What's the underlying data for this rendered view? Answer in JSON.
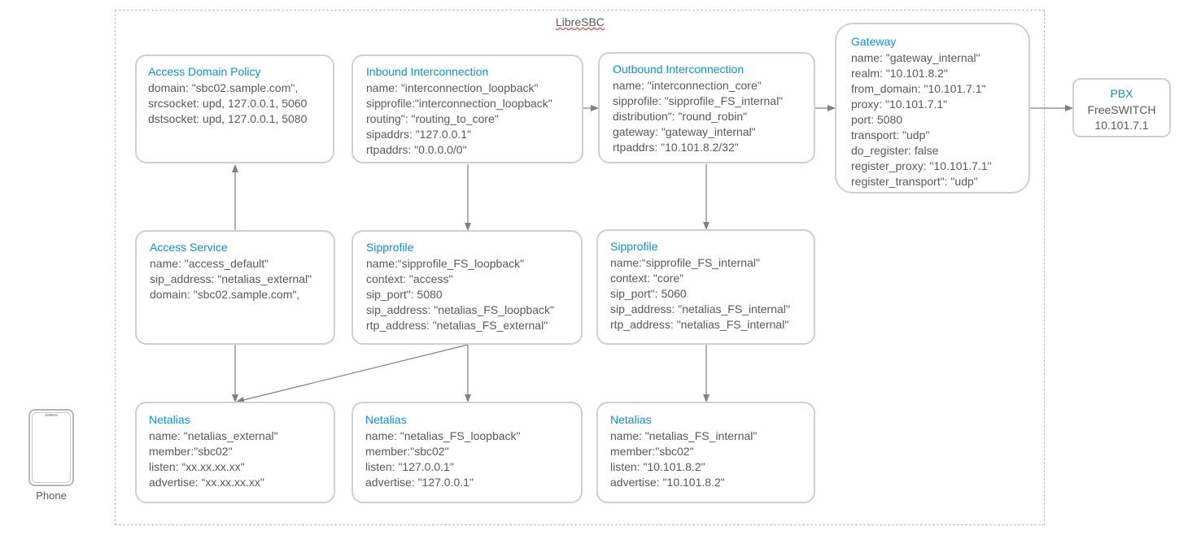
{
  "diagram": {
    "frame_title": "LibreSBC",
    "phone_label": "Phone",
    "boxes": {
      "access_domain_policy": {
        "title": "Access Domain Policy",
        "lines": [
          "domain: \"sbc02.sample.com\",",
          "srcsocket: upd, 127.0.0.1, 5060",
          "dstsocket: upd, 127.0.0.1, 5080"
        ]
      },
      "inbound_interconnection": {
        "title": "Inbound Interconnection",
        "lines": [
          "name: \"interconnection_loopback\"",
          "sipprofile:\"interconnection_loopback\"",
          "routing\": \"routing_to_core\"",
          "sipaddrs: \"127.0.0.1\"",
          "rtpaddrs: \"0.0.0.0/0\""
        ]
      },
      "outbound_interconnection": {
        "title": "Outbound Interconnection",
        "lines": [
          "name: \"interconnection_core\"",
          "sipprofile: \"sipprofile_FS_internal\"",
          "distribution\": \"round_robin\"",
          "gateway: \"gateway_internal\"",
          "rtpaddrs: \"10.101.8.2/32\""
        ]
      },
      "gateway": {
        "title": "Gateway",
        "lines": [
          "name: \"gateway_internal\"",
          "realm: \"10.101.8.2\"",
          "from_domain: \"10.101.7.1\"",
          "proxy: \"10.101.7.1\"",
          "port: 5080",
          "transport: \"udp\"",
          "do_register: false",
          "register_proxy: \"10.101.7.1\"",
          "register_transport\": \"udp\""
        ]
      },
      "pbx": {
        "title": "PBX",
        "lines": [
          "FreeSWITCH",
          "10.101.7.1"
        ]
      },
      "access_service": {
        "title": "Access Service",
        "lines": [
          "name: \"access_default\"",
          "sip_address: \"netalias_external\"",
          "domain: \"sbc02.sample.com\","
        ]
      },
      "sipprofile_loopback": {
        "title": "Sipprofile",
        "lines": [
          "name:“sipprofile_FS_loopback\"",
          "context: \"access\"",
          "sip_port\": 5080",
          "sip_address: \"netalias_FS_loopback\"",
          "rtp_address: \"netalias_FS_external\""
        ]
      },
      "sipprofile_internal": {
        "title": "Sipprofile",
        "lines": [
          "name:“sipprofile_FS_internal\"",
          "context: \"core\"",
          "sip_port\": 5060",
          "sip_address: \"netalias_FS_internal\"",
          "rtp_address: \"netalias_FS_internal\""
        ]
      },
      "netalias_external": {
        "title": "Netalias",
        "lines": [
          "name: \"netalias_external\"",
          "member:\"sbc02\"",
          "listen: “xx.xx.xx.xx\"",
          "advertise: “xx.xx.xx.xx\""
        ]
      },
      "netalias_loopback": {
        "title": "Netalias",
        "lines": [
          "name: \"netalias_FS_loopback\"",
          "member:\"sbc02\"",
          "listen: \"127.0.0.1\"",
          "advertise: \"127.0.0.1\""
        ]
      },
      "netalias_internal": {
        "title": "Netalias",
        "lines": [
          "name: \"netalias_FS_internal\"",
          "member:\"sbc02\"",
          "listen: \"10.101.8.2\"",
          "advertise: \"10.101.8.2\""
        ]
      }
    }
  }
}
